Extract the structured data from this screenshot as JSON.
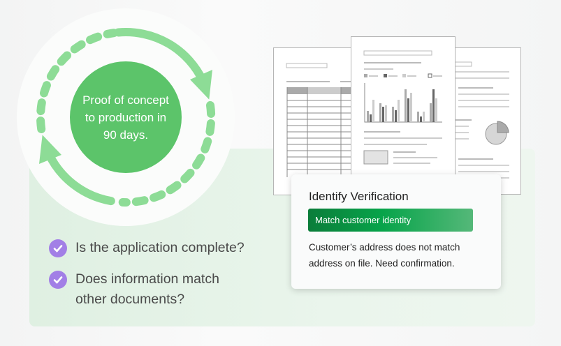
{
  "cycle": {
    "center_text": "Proof of concept to production in 90 days.",
    "accent": "#5cc46a",
    "arrow_color": "#8ddc96"
  },
  "checklist": [
    {
      "icon": "check-circle-icon",
      "text": "Is the application complete?"
    },
    {
      "icon": "check-circle-icon",
      "text": "Does information match other documents?"
    }
  ],
  "card": {
    "title": "Identify Verification",
    "badge": "Match customer identity",
    "message": "Customer’s address does not match address on file. Need confirmation."
  },
  "colors": {
    "check": "#a27fe6",
    "panel": "#e4f2e6"
  }
}
